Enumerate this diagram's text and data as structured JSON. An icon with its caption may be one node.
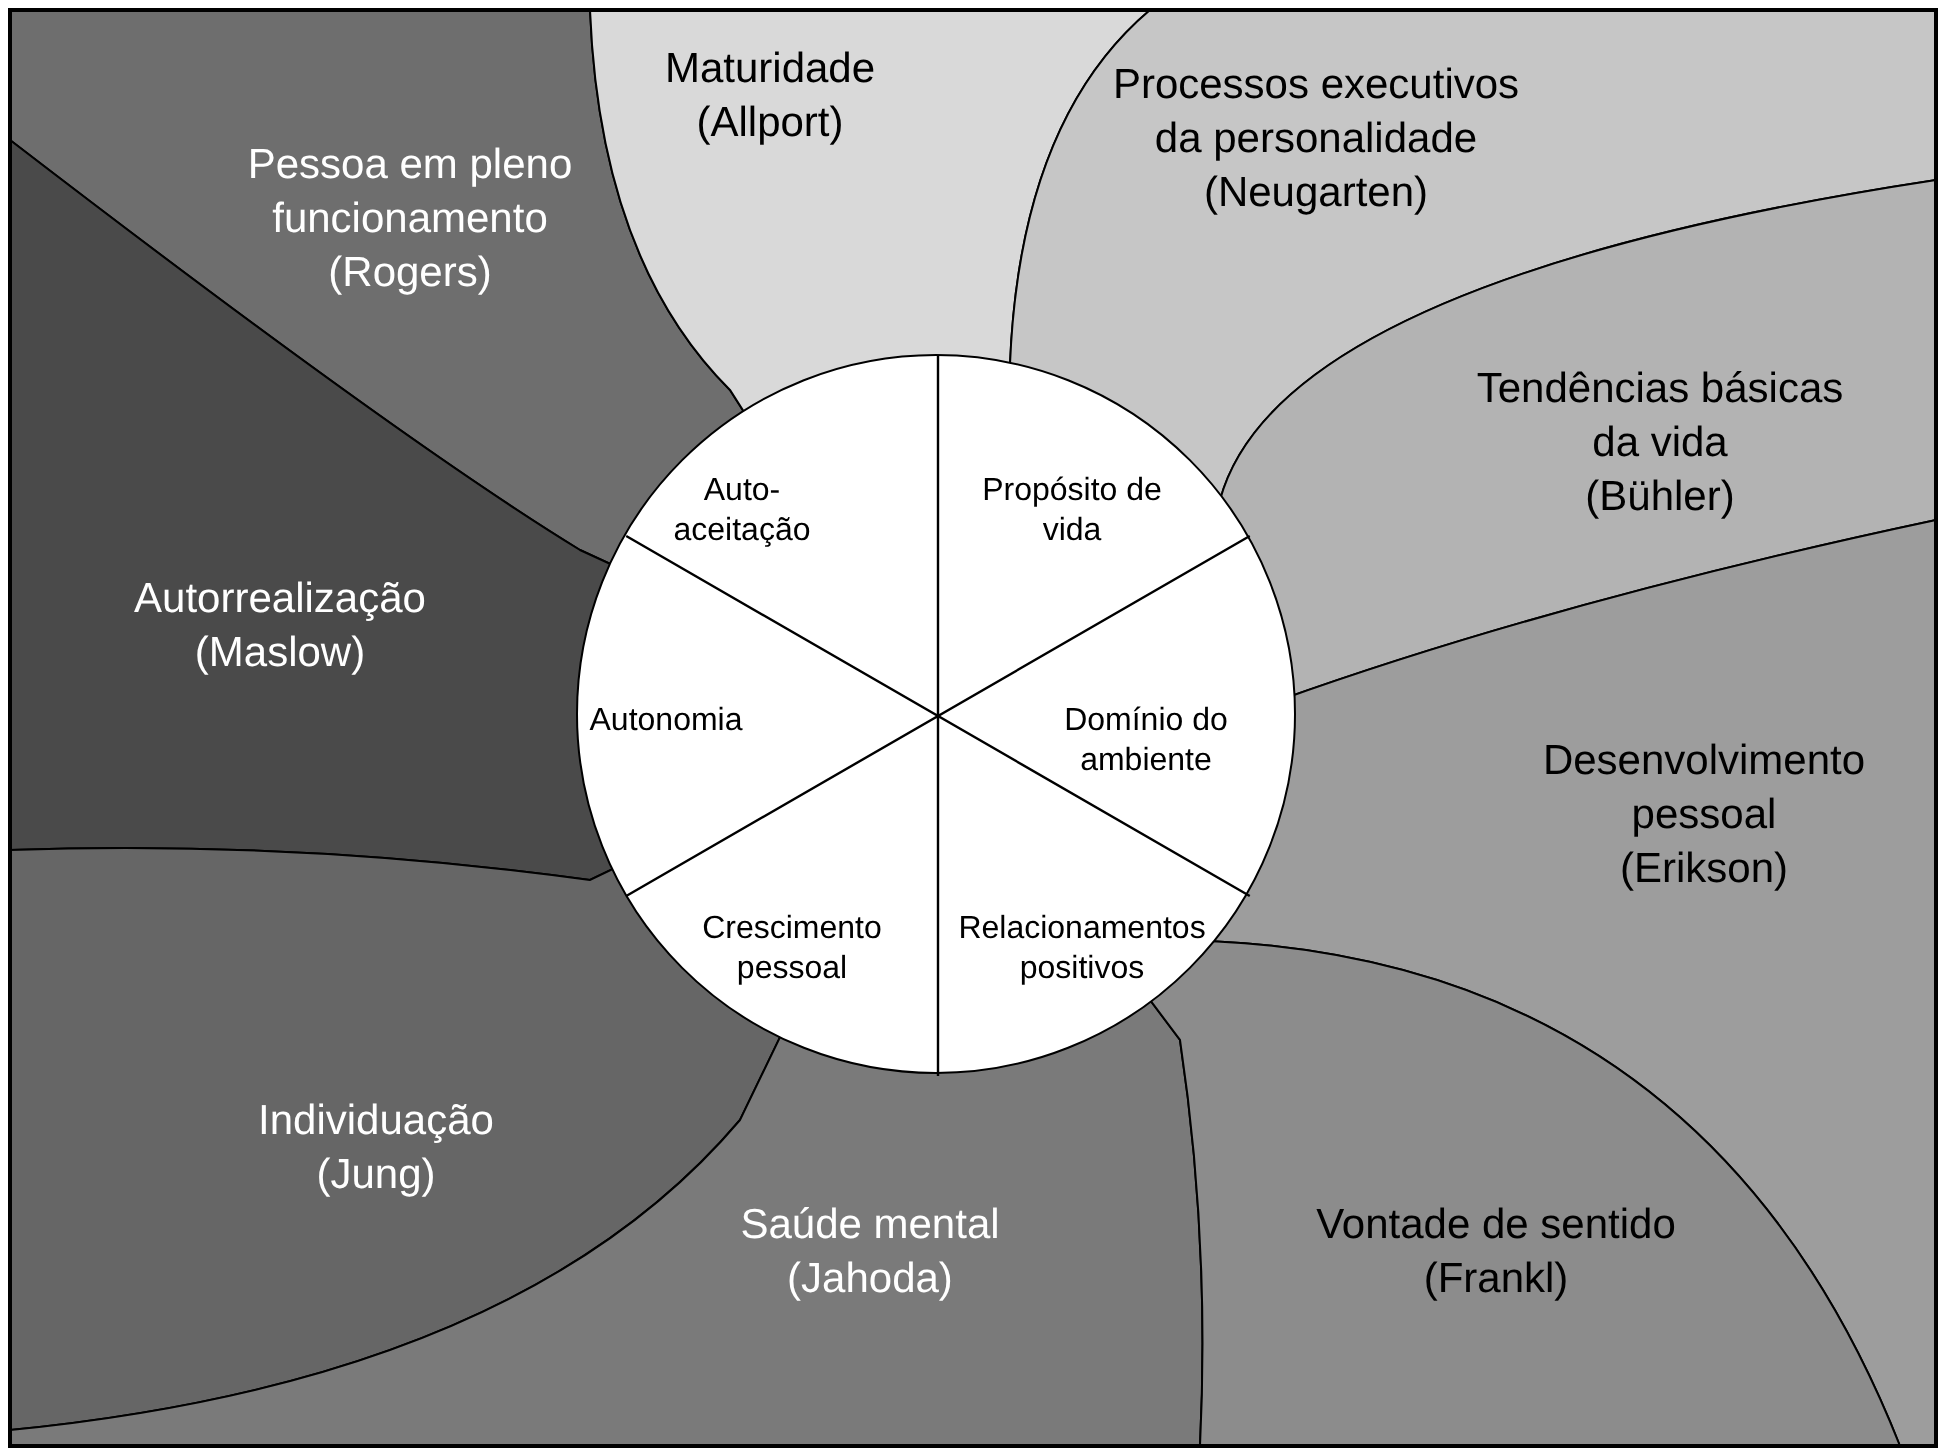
{
  "diagram": {
    "nodes": [
      {
        "text": [
          "Pessoa em pleno funcionamento",
          "(Rogers)"
        ]
      },
      {
        "text": [
          "Maturidade",
          "(Allport)"
        ]
      },
      {
        "text": [
          "Processos executivos da personalidade",
          "(Neugarten)"
        ]
      },
      {
        "text": [
          "Tendências básicas da vida",
          "(Bühler)"
        ]
      },
      {
        "text": [
          "Autorrealização",
          "(Maslow)"
        ]
      },
      {
        "text": [],
        "shape": "circle"
      },
      {
        "text": [
          "Auto-aceitação"
        ],
        "in": 5
      },
      {
        "text": [
          "Propósito de vida"
        ],
        "in": 5
      },
      {
        "text": [
          "Autonomia"
        ],
        "in": 5
      },
      {
        "text": [
          "Domínio do ambiente"
        ],
        "in": 5
      },
      {
        "text": [
          "Crescimento pessoal"
        ],
        "in": 5
      },
      {
        "text": [
          "Relacionamentos positivos"
        ],
        "in": 5
      },
      {
        "text": [
          "Desenvolvimento pessoal",
          "(Erikson)"
        ]
      },
      {
        "text": [
          "Individuação",
          "(Jung)"
        ]
      },
      {
        "text": [
          "Saúde mental",
          "(Jahoda)"
        ]
      },
      {
        "text": [
          "Vontade de sentido",
          "(Frankl)"
        ]
      }
    ]
  }
}
